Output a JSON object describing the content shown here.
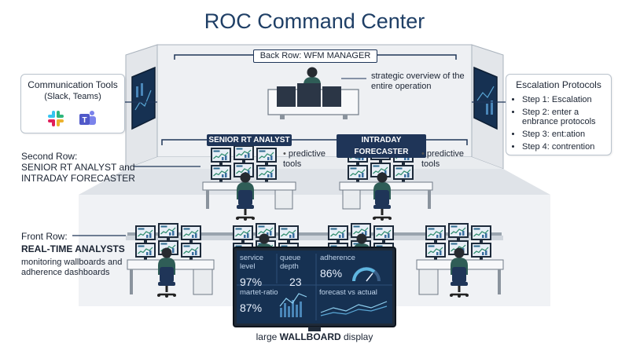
{
  "title": "ROC Command Center",
  "back_row": {
    "label": "Back Row: WFM MANAGER",
    "note": "strategic overview of the entire operation"
  },
  "communication": {
    "title": "Communication Tools",
    "subtitle": "(Slack, Teams)",
    "icons": [
      "slack-icon",
      "teams-icon"
    ]
  },
  "escalation": {
    "title": "Escalation Protocols",
    "steps": [
      "Step 1: Escalation",
      "Step 2: enter a enbrance protocols",
      "Step 3: ent:ation",
      "Step 4: contrention"
    ]
  },
  "second_row": {
    "label_line1": "Second Row:",
    "label_line2": "SENIOR RT ANALYST and",
    "label_line3": "INTRADAY FORECASTER",
    "senior_tag": "SENIOR RT ANALYST",
    "forecaster_tag": "INTRADAY FORECASTER",
    "note_left": "predictive tools",
    "note_right": "predictive tools"
  },
  "front_row": {
    "label_line1": "Front Row:",
    "label_line2": "REAL-TIME ANALYSTS",
    "desc": "monitoring wallboards and adherence dashboards"
  },
  "wallboard": {
    "caption_pre": "large ",
    "caption_bold": "WALLBOARD",
    "caption_post": " display",
    "metrics": [
      {
        "label": "service level",
        "value": "97%"
      },
      {
        "label": "queue depth",
        "value": "23"
      },
      {
        "label": "adherence",
        "value": "86%"
      },
      {
        "label": "martet-ratio",
        "value": "87%"
      },
      {
        "label": "forecast vs actual",
        "value": ""
      }
    ]
  },
  "colors": {
    "navy": "#1f3558",
    "teal_shirt": "#2f5d57",
    "title": "#1f3f66",
    "screen": "#e7eef6",
    "wall_screen": "#163152"
  }
}
